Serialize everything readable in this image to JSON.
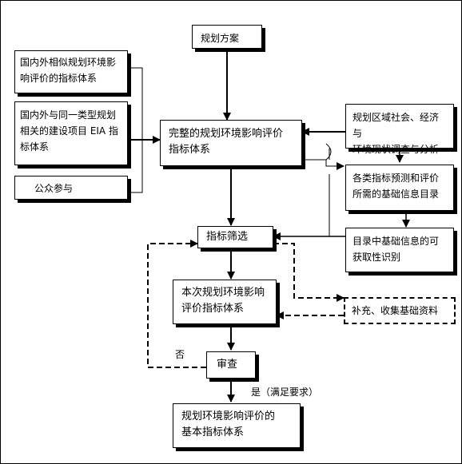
{
  "nodes": {
    "plan": "规划方案",
    "similar_indicators": "国内外相似规划环境影\n响评价的指标体系",
    "same_type_eia": "国内外与同一类型规划\n相关的建设项目 EIA 指\n标体系",
    "public_participation": "公众参与",
    "complete_system": "完整的规划环境影响评价\n指标体系",
    "regional_survey": "规划区域社会、经济与\n环境现状调查与分析",
    "basic_info_catalog": "各类指标预测和评价\n所需的基础信息目录",
    "availability_check": "目录中基础信息的可\n获取性识别",
    "screening": "指标筛选",
    "current_system": "本次规划环境影响\n评价指标体系",
    "supplement": "补充、收集基础资料",
    "review": "审查",
    "final_system": "规划环境影响评价的\n基本指标体系"
  },
  "labels": {
    "no": "否",
    "yes": "是（满足要求）"
  }
}
